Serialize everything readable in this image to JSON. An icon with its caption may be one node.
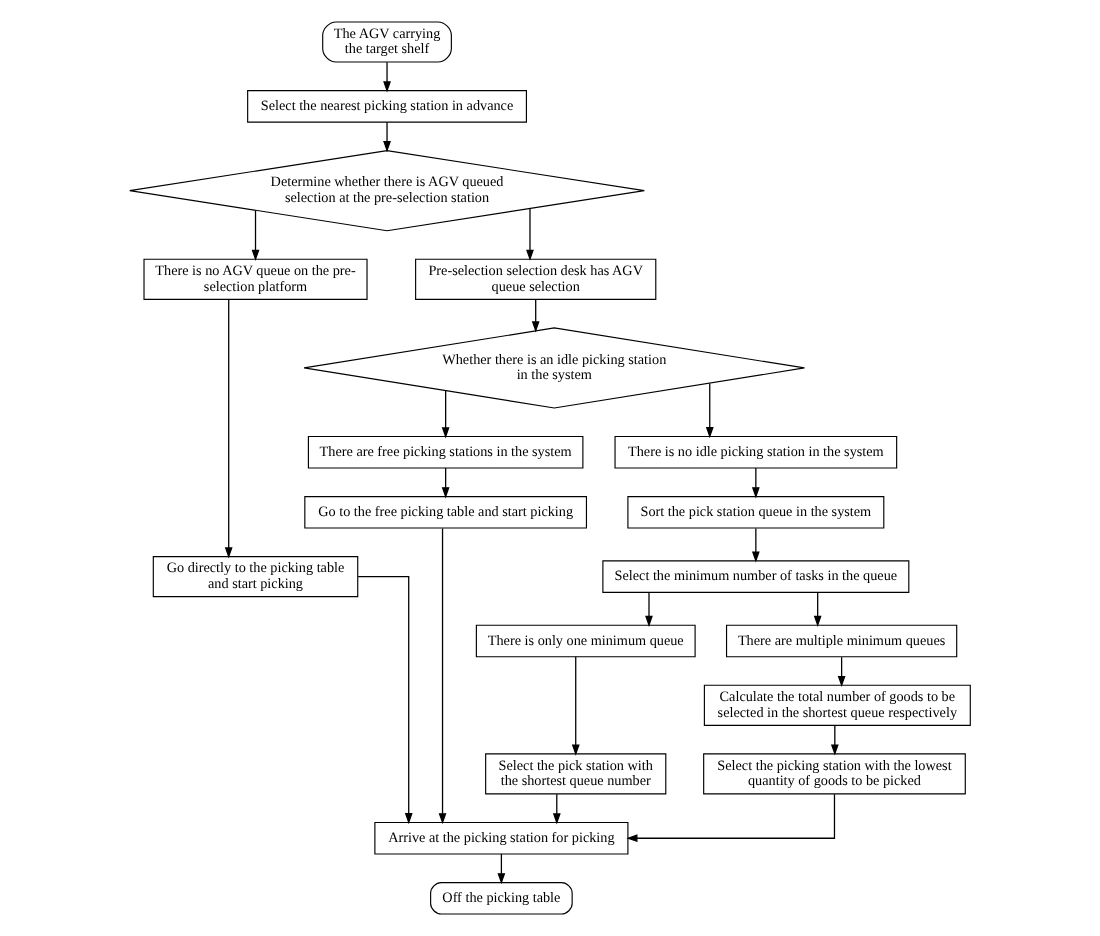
{
  "diagram": {
    "nodes": [
      {
        "text": [
          "The AGV carrying the target shelf"
        ]
      },
      {
        "text": [
          "Select the nearest picking station in advance"
        ]
      },
      {
        "text": [
          "Determine whether there is AGV queued selection at the pre-selection station"
        ]
      },
      {
        "text": [
          "There is no AGV queue on the pre-selection platform"
        ]
      },
      {
        "text": [
          "Pre-selection selection desk has AGV queue selection"
        ]
      },
      {
        "text": [
          "Whether there is an idle picking station in the system"
        ]
      },
      {
        "text": [
          "There are free picking stations in the system"
        ]
      },
      {
        "text": [
          "There is no idle picking station in the system"
        ]
      },
      {
        "text": [
          "Go to the free picking table and start picking"
        ]
      },
      {
        "text": [
          "Sort the pick station queue in the system"
        ]
      },
      {
        "text": [
          "Select the minimum number of tasks in the queue"
        ]
      },
      {
        "text": [
          "Go directly to the picking table and start picking"
        ]
      },
      {
        "text": [
          "There is only one minimum queue"
        ]
      },
      {
        "text": [
          "There are multiple minimum queues"
        ]
      },
      {
        "text": [
          "Calculate the total number of goods to be selected in the shortest queue respectively"
        ]
      },
      {
        "text": [
          "Select the pick station with the shortest queue number"
        ]
      },
      {
        "text": [
          "Select the picking station with the lowest quantity of goods to be picked"
        ]
      },
      {
        "text": [
          "Arrive at the picking station for picking"
        ]
      },
      {
        "text": [
          "Off the picking table"
        ]
      }
    ],
    "edges": [
      {
        "from": 0,
        "to": 1,
        "arrow": "to"
      },
      {
        "from": 1,
        "to": 2,
        "arrow": "to"
      },
      {
        "from": 2,
        "to": 3,
        "arrow": "to"
      },
      {
        "from": 2,
        "to": 4,
        "arrow": "to"
      },
      {
        "from": 4,
        "to": 5,
        "arrow": "to"
      },
      {
        "from": 5,
        "to": 6,
        "arrow": "to"
      },
      {
        "from": 5,
        "to": 7,
        "arrow": "to"
      },
      {
        "from": 6,
        "to": 8,
        "arrow": "to"
      },
      {
        "from": 7,
        "to": 9,
        "arrow": "to"
      },
      {
        "from": 9,
        "to": 10,
        "arrow": "to"
      },
      {
        "from": 10,
        "to": 12,
        "arrow": "to"
      },
      {
        "from": 10,
        "to": 13,
        "arrow": "to"
      },
      {
        "from": 13,
        "to": 14,
        "arrow": "to"
      },
      {
        "from": 14,
        "to": 16,
        "arrow": "to"
      },
      {
        "from": 12,
        "to": 15,
        "arrow": "to"
      },
      {
        "from": 3,
        "to": 11,
        "arrow": "to"
      },
      {
        "from": 11,
        "to": 17,
        "arrow": "to"
      },
      {
        "from": 8,
        "to": 17,
        "arrow": "to"
      },
      {
        "from": 15,
        "to": 17,
        "arrow": "to"
      },
      {
        "from": 16,
        "to": 17,
        "arrow": "to"
      },
      {
        "from": 17,
        "to": 18,
        "arrow": "to"
      }
    ]
  }
}
